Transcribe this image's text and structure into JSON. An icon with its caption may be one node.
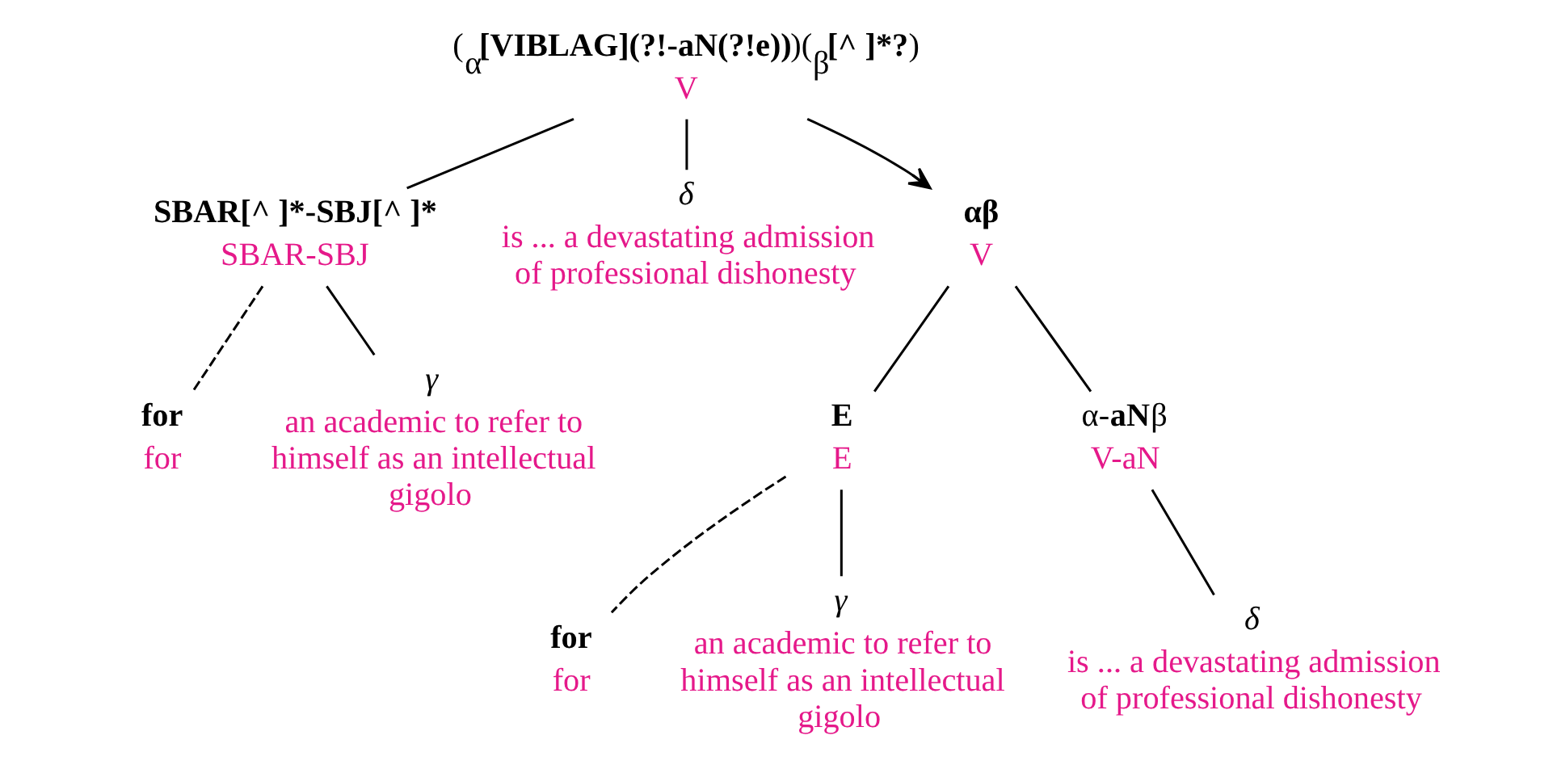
{
  "diagram": {
    "nodes": [
      {
        "text": [
          "($_{α}$**[VIBLAG](?!-aN(?!e))**)($_{β}$**[^ ]*?**)",
          "V"
        ]
      },
      {
        "text": [
          "SBAR[^ ]*-SBJ[^ ]*",
          "SBAR-SBJ"
        ]
      },
      {
        "text": [
          "δ",
          "is ... a devastating admission of professional dishonesty"
        ]
      },
      {
        "text": [
          "for",
          "for"
        ]
      },
      {
        "text": [
          "γ",
          "an academic to refer to himself as an intellectual gigolo"
        ]
      },
      {
        "text": [
          "αβ",
          "V"
        ]
      },
      {
        "text": [
          "E",
          "E"
        ]
      },
      {
        "text": [
          "α-**aN**β",
          "V-aN"
        ]
      },
      {
        "text": [
          "for",
          "for"
        ]
      },
      {
        "text": [
          "γ",
          "an academic to refer to himself as an intellectual gigolo"
        ]
      },
      {
        "text": [
          "δ",
          "is ... a devastating admission of professional dishonesty"
        ]
      }
    ],
    "edges": [
      {
        "from": 0,
        "to": 1,
        "arrow": "none"
      },
      {
        "from": 0,
        "to": 2,
        "arrow": "none"
      },
      {
        "from": 1,
        "to": 3,
        "arrow": "none",
        "style": "dashed"
      },
      {
        "from": 1,
        "to": 4,
        "arrow": "none"
      },
      {
        "from": 0,
        "to": 5,
        "arrow": "to"
      },
      {
        "from": 5,
        "to": 6,
        "arrow": "none"
      },
      {
        "from": 5,
        "to": 7,
        "arrow": "none"
      },
      {
        "from": 6,
        "to": 8,
        "arrow": "none",
        "style": "dashed"
      },
      {
        "from": 6,
        "to": 9,
        "arrow": "none"
      },
      {
        "from": 7,
        "to": 10,
        "arrow": "none"
      }
    ]
  }
}
